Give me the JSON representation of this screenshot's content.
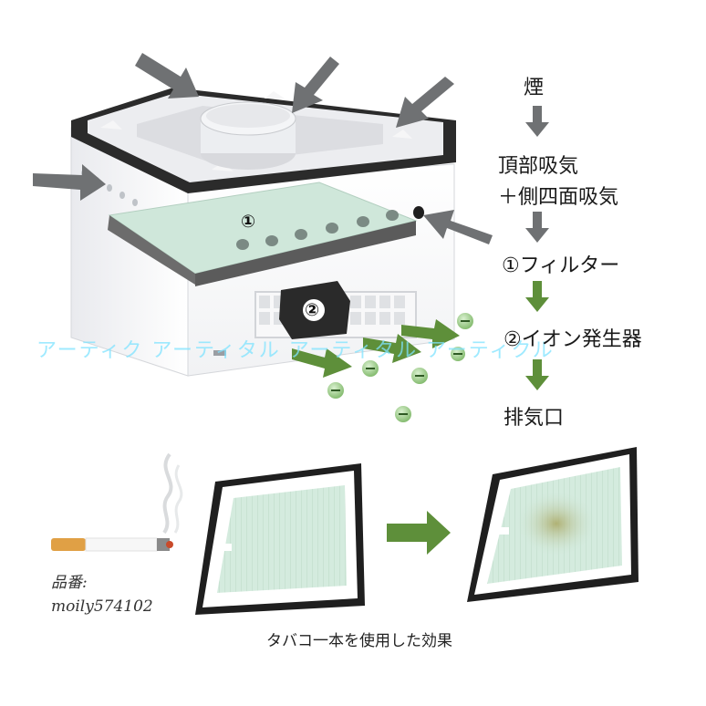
{
  "flow": {
    "step1": "煙",
    "step2a": "頂部吸気",
    "step2b": "＋側四面吸気",
    "step3": "①フィルター",
    "step4": "②イオン発生器",
    "step5": "排気口"
  },
  "device_labels": {
    "filter": "①",
    "ionizer": "②"
  },
  "watermark": "アーティク アーティタル アーティタル アーティクル",
  "sku": {
    "label": "品番:",
    "code": "moily574102"
  },
  "caption": "タバコ一本を使用した効果",
  "colors": {
    "flow_arrow": "#7a7a7a",
    "green_arrow": "#5e8f3a",
    "ion": "#8fc47a",
    "filter": "#cfe7da"
  }
}
